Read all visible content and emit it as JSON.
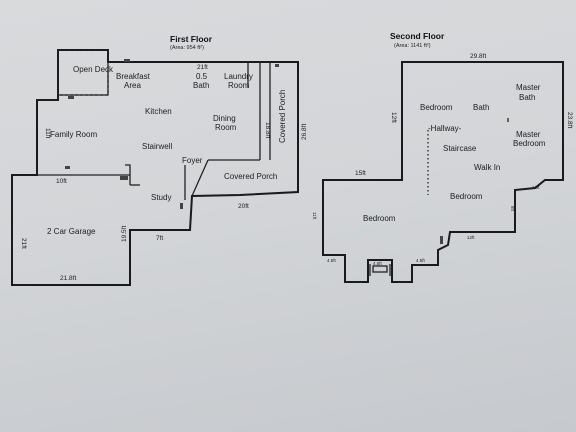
{
  "first_floor": {
    "title": "First Floor",
    "area": "(Area: 954 ft²)",
    "rooms": {
      "open_deck": "Open Deck",
      "breakfast": "Breakfast",
      "area": "Area",
      "bath_size": "0.5",
      "bath": "Bath",
      "laundry": "Laundry",
      "laundry_room": "Room",
      "kitchen": "Kitchen",
      "family_room": "Family Room",
      "dining": "Dining",
      "dining_room": "Room",
      "stairwell": "Stairwell",
      "foyer": "Foyer",
      "study": "Study",
      "covered_porch": "Covered Porch",
      "covered_porch_vertical": "Covered Porch",
      "garage": "2 Car Garage"
    },
    "dims": {
      "d_21ft": "21ft",
      "d_18_8ft": "18.8ft",
      "d_26_8ft": "26.8ft",
      "d_20ft": "20ft",
      "d_19_5ft": "19.5ft",
      "d_21_8ft": "21.8ft",
      "d_21ft_side": "21ft",
      "d_10ft": "10ft",
      "d_11ft": "11ft",
      "d_7ft": "7ft"
    }
  },
  "second_floor": {
    "title": "Second Floor",
    "area": "(Area: 1141 ft²)",
    "rooms": {
      "bedroom_top": "Bedroom",
      "bath": "Bath",
      "master": "Master",
      "master_bath": "Bath",
      "hallway": "-Hallway-",
      "staircase": "Staircase",
      "master2": "Master",
      "master_bedroom": "Bedroom",
      "walk_in": "Walk In",
      "bedroom_right": "Bedroom",
      "bedroom_left": "Bedroom"
    },
    "dims": {
      "d_29_8ft": "29.8ft",
      "d_23_8ft": "23.8ft",
      "d_15ft": "15ft",
      "d_12ft": "12ft",
      "d_12ft_lower": "12ft",
      "d_4_5ft_a": "4.5ft",
      "d_4_5ft_b": "4.5ft",
      "d_4_5ft_c": "4.5ft",
      "d_11ft": "11ft",
      "d_8ft": "8ft"
    }
  }
}
